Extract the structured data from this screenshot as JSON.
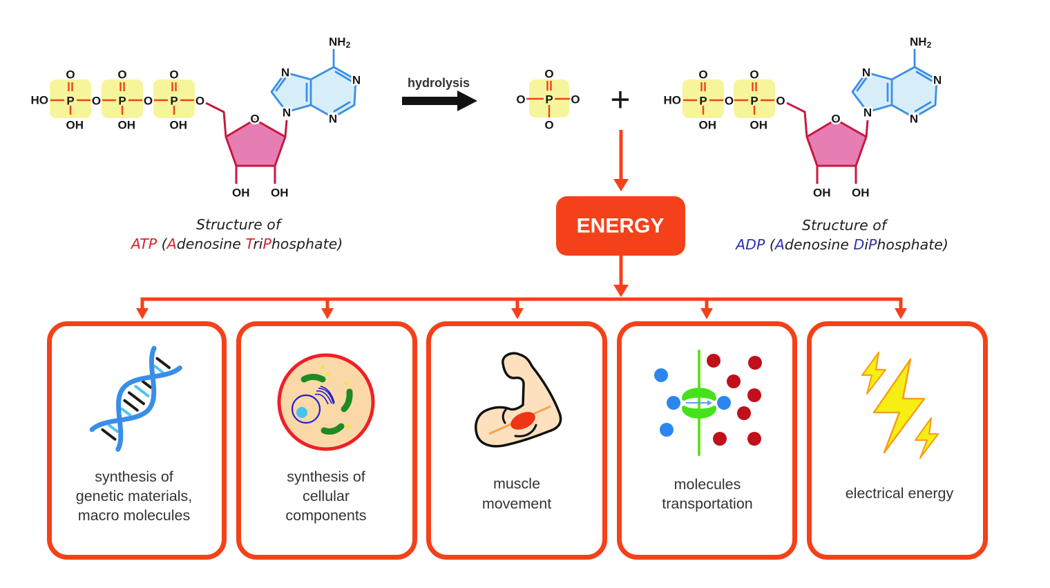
{
  "atp": {
    "caption_line1": "Structure of",
    "caption_line2": [
      {
        "text": "ATP",
        "highlight": true
      },
      {
        "text": " (",
        "highlight": false
      },
      {
        "text": "A",
        "highlight": true
      },
      {
        "text": "denosine ",
        "highlight": false
      },
      {
        "text": "T",
        "highlight": true
      },
      {
        "text": "ri",
        "highlight": false
      },
      {
        "text": "P",
        "highlight": true
      },
      {
        "text": "hosphate)",
        "highlight": false
      }
    ]
  },
  "adp": {
    "caption_line1": "Structure of",
    "caption_line2": [
      {
        "text": "ADP",
        "highlight": true
      },
      {
        "text": " (",
        "highlight": false
      },
      {
        "text": "A",
        "highlight": true
      },
      {
        "text": "denosine ",
        "highlight": false
      },
      {
        "text": "D",
        "highlight": true
      },
      {
        "text": "i",
        "highlight": false
      },
      {
        "text": "P",
        "highlight": true
      },
      {
        "text": "hosphate)",
        "highlight": false
      }
    ]
  },
  "atoms": {
    "ho": "HO",
    "o": "O",
    "p": "P",
    "oh": "OH",
    "n": "N",
    "nh": "NH",
    "sub2": "2"
  },
  "reaction": {
    "arrow_label": "hydrolysis",
    "plus": "+",
    "product": "ENERGY"
  },
  "outcomes": [
    {
      "icon": "dna-icon",
      "lines": [
        "synthesis of",
        "genetic materials,",
        "macro molecules"
      ]
    },
    {
      "icon": "cell-icon",
      "lines": [
        "synthesis of",
        "cellular",
        "components"
      ]
    },
    {
      "icon": "flexed-arm-icon",
      "lines": [
        "muscle",
        "movement"
      ]
    },
    {
      "icon": "membrane-transport-icon",
      "lines": [
        "molecules",
        "transportation"
      ]
    },
    {
      "icon": "lightning-icon",
      "lines": [
        "electrical energy"
      ]
    }
  ],
  "colors": {
    "energy": "#f4411a",
    "atp_highlight": "#d9212b",
    "adp_highlight": "#2b2fb4",
    "phosphate_box": "#f6f59b",
    "ribose": "#e67db3",
    "adenine": "#3a8ee6"
  }
}
